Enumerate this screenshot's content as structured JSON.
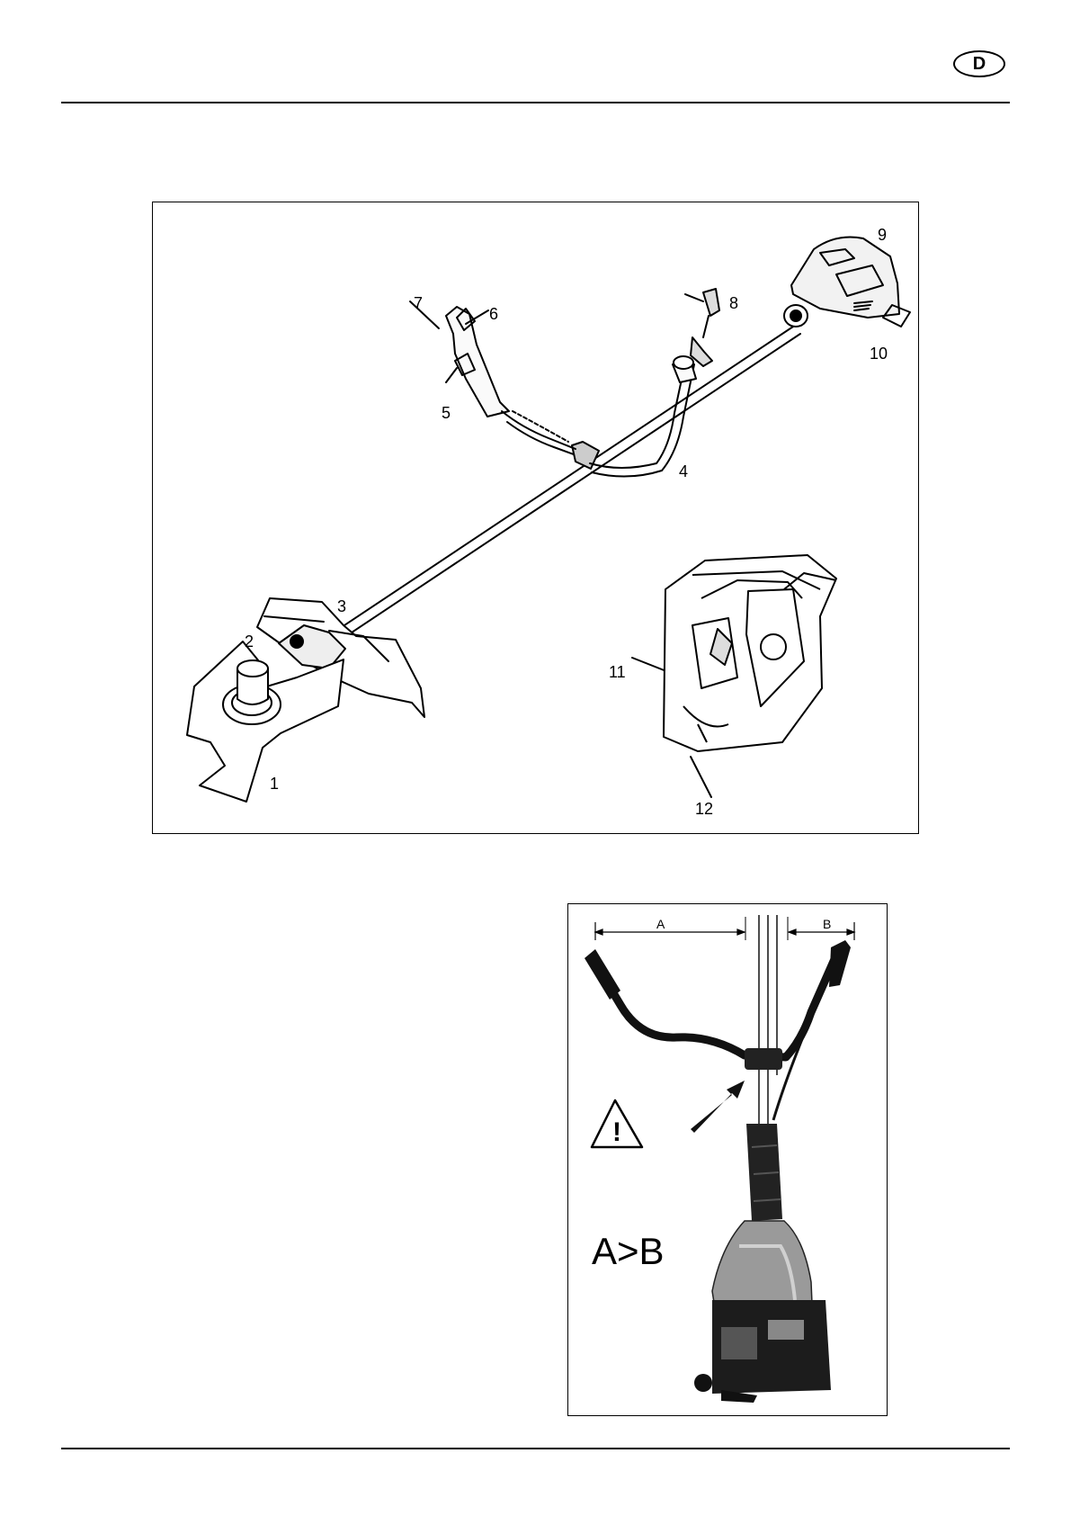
{
  "header": {
    "language_badge": "D"
  },
  "figure_main": {
    "callouts": [
      "1",
      "2",
      "3",
      "4",
      "5",
      "6",
      "7",
      "8",
      "9",
      "10",
      "11",
      "12"
    ]
  },
  "figure_handle": {
    "dimension_a": "A",
    "dimension_b": "B",
    "rule_text": "A>B",
    "warning_symbol": "!"
  }
}
